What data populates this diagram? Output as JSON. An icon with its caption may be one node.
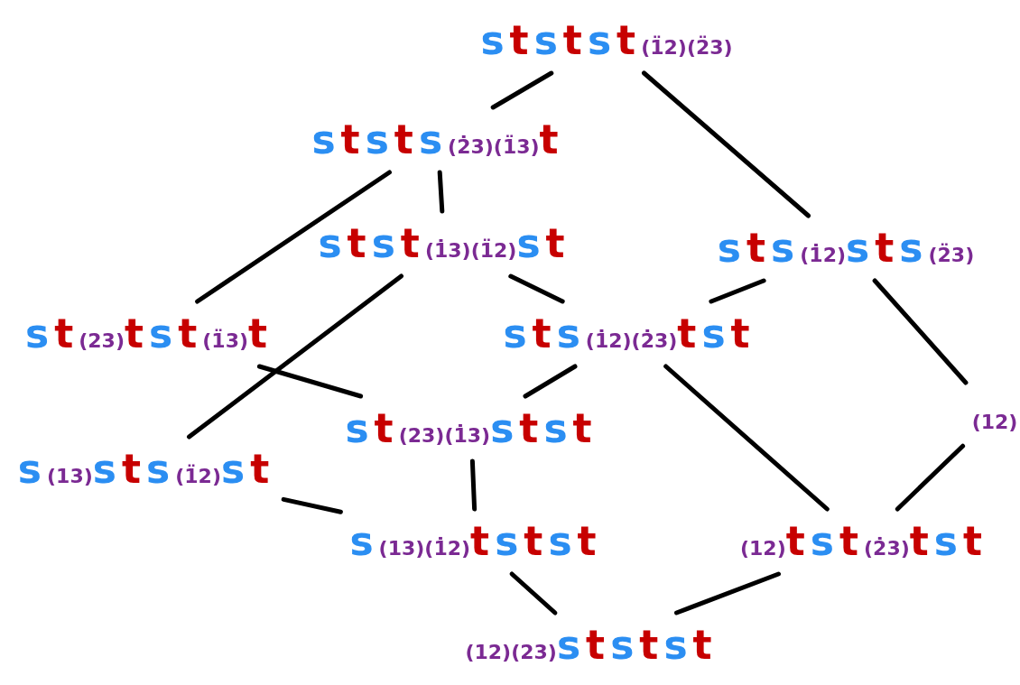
{
  "diagram": {
    "nodes": [
      {
        "text": [
          "ststst(1̈2)(2̈3)"
        ]
      },
      {
        "text": [
          "ststs(2̇3)(1̈3)t"
        ]
      },
      {
        "text": [
          "stst(1̇3)(1̈2)st"
        ]
      },
      {
        "text": [
          "sts(1̇2)sts(2̈3)"
        ]
      },
      {
        "text": [
          "st(23)tst(1̈3)t"
        ]
      },
      {
        "text": [
          "sts(1̇2)(2̇3)tst"
        ]
      },
      {
        "text": [
          "s(13)sts(1̈2)st"
        ]
      },
      {
        "text": [
          "st(23)(1̇3)stst"
        ]
      },
      {
        "text": [
          "(12)"
        ]
      },
      {
        "text": [
          "s(13)(1̇2)tstst"
        ]
      },
      {
        "text": [
          "(12)tst(2̇3)tst"
        ]
      },
      {
        "text": [
          "(12)(23)ststst"
        ]
      }
    ],
    "edges": [
      {
        "from": 0,
        "to": 1,
        "arrow": "none"
      },
      {
        "from": 0,
        "to": 3,
        "arrow": "none"
      },
      {
        "from": 1,
        "to": 4,
        "arrow": "none"
      },
      {
        "from": 1,
        "to": 2,
        "arrow": "none"
      },
      {
        "from": 2,
        "to": 5,
        "arrow": "none"
      },
      {
        "from": 2,
        "to": 6,
        "arrow": "none"
      },
      {
        "from": 4,
        "to": 7,
        "arrow": "none"
      },
      {
        "from": 3,
        "to": 5,
        "arrow": "none"
      },
      {
        "from": 3,
        "to": 8,
        "arrow": "none"
      },
      {
        "from": 5,
        "to": 7,
        "arrow": "none"
      },
      {
        "from": 5,
        "to": 10,
        "arrow": "none"
      },
      {
        "from": 7,
        "to": 9,
        "arrow": "none"
      },
      {
        "from": 6,
        "to": 9,
        "arrow": "none"
      },
      {
        "from": 8,
        "to": 10,
        "arrow": "none"
      },
      {
        "from": 9,
        "to": 11,
        "arrow": "none"
      },
      {
        "from": 10,
        "to": 11,
        "arrow": "none"
      }
    ]
  }
}
